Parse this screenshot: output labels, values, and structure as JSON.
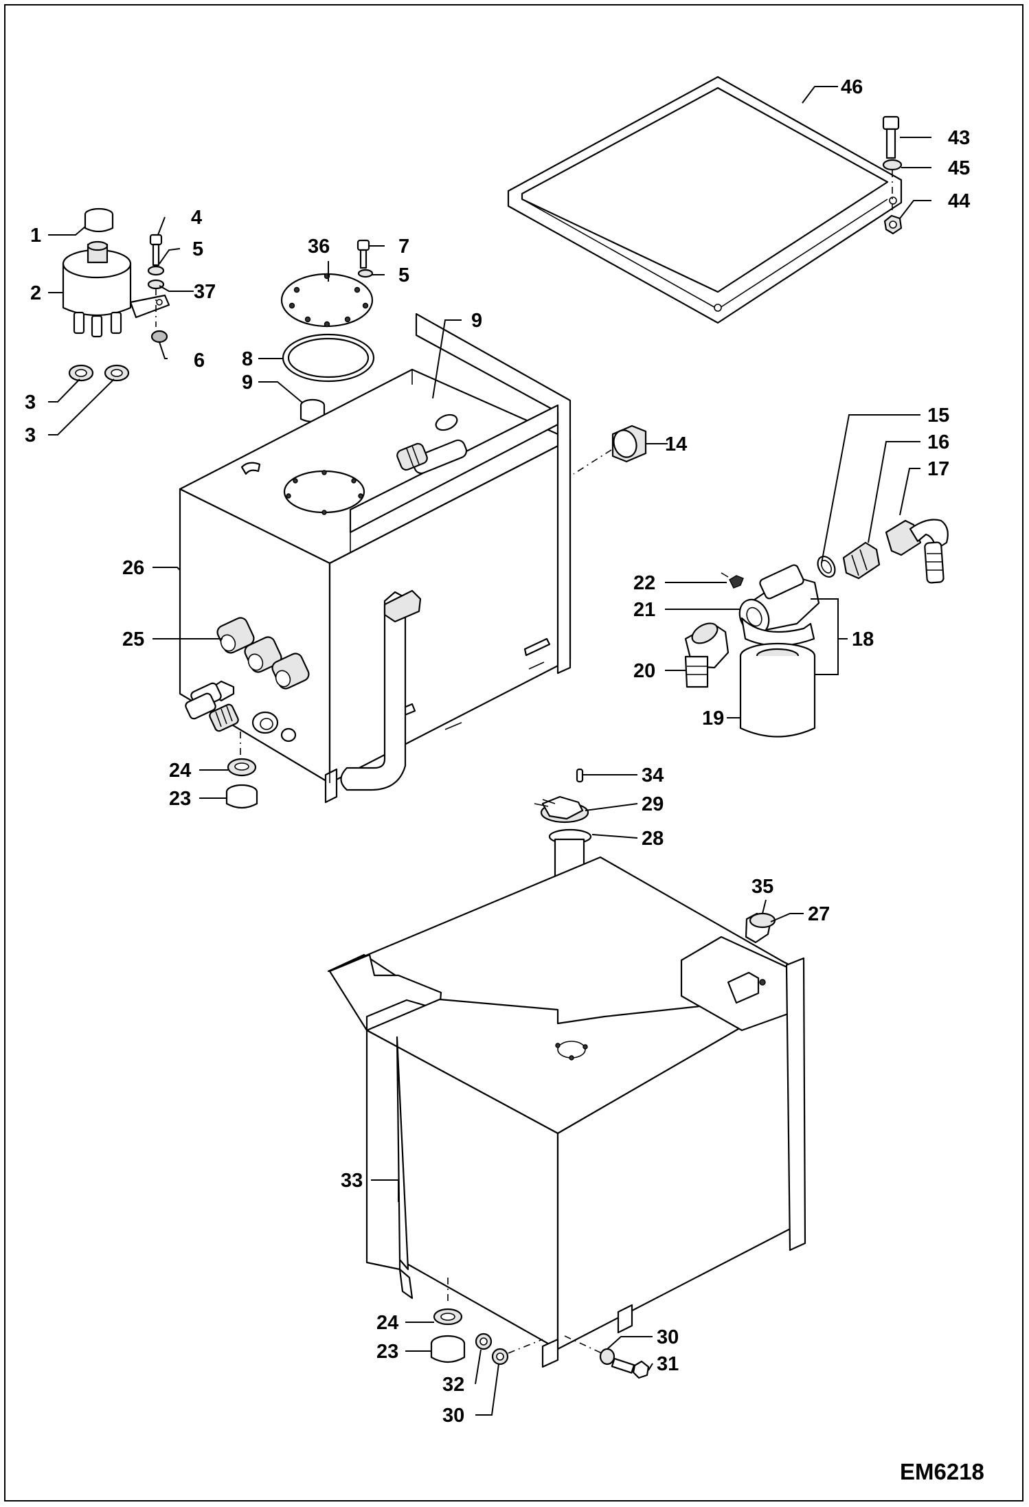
{
  "drawing_code": "EM6218",
  "callouts": [
    {
      "id": "c1",
      "text": "1"
    },
    {
      "id": "c2",
      "text": "2"
    },
    {
      "id": "c3a",
      "text": "3"
    },
    {
      "id": "c3b",
      "text": "3"
    },
    {
      "id": "c4",
      "text": "4"
    },
    {
      "id": "c5a",
      "text": "5"
    },
    {
      "id": "c37",
      "text": "37"
    },
    {
      "id": "c6",
      "text": "6"
    },
    {
      "id": "c36",
      "text": "36"
    },
    {
      "id": "c7",
      "text": "7"
    },
    {
      "id": "c5b",
      "text": "5"
    },
    {
      "id": "c8",
      "text": "8"
    },
    {
      "id": "c9a",
      "text": "9"
    },
    {
      "id": "c9b",
      "text": "9"
    },
    {
      "id": "c46",
      "text": "46"
    },
    {
      "id": "c43",
      "text": "43"
    },
    {
      "id": "c45",
      "text": "45"
    },
    {
      "id": "c44",
      "text": "44"
    },
    {
      "id": "c14",
      "text": "14"
    },
    {
      "id": "c15",
      "text": "15"
    },
    {
      "id": "c16",
      "text": "16"
    },
    {
      "id": "c17",
      "text": "17"
    },
    {
      "id": "c26",
      "text": "26"
    },
    {
      "id": "c25",
      "text": "25"
    },
    {
      "id": "c22",
      "text": "22"
    },
    {
      "id": "c21",
      "text": "21"
    },
    {
      "id": "c18",
      "text": "18"
    },
    {
      "id": "c20",
      "text": "20"
    },
    {
      "id": "c19",
      "text": "19"
    },
    {
      "id": "c24a",
      "text": "24"
    },
    {
      "id": "c23a",
      "text": "23"
    },
    {
      "id": "c34",
      "text": "34"
    },
    {
      "id": "c29",
      "text": "29"
    },
    {
      "id": "c28",
      "text": "28"
    },
    {
      "id": "c35",
      "text": "35"
    },
    {
      "id": "c27",
      "text": "27"
    },
    {
      "id": "c33",
      "text": "33"
    },
    {
      "id": "c30a",
      "text": "30"
    },
    {
      "id": "c31",
      "text": "31"
    },
    {
      "id": "c24b",
      "text": "24"
    },
    {
      "id": "c23b",
      "text": "23"
    },
    {
      "id": "c32",
      "text": "32"
    },
    {
      "id": "c30b",
      "text": "30"
    }
  ]
}
